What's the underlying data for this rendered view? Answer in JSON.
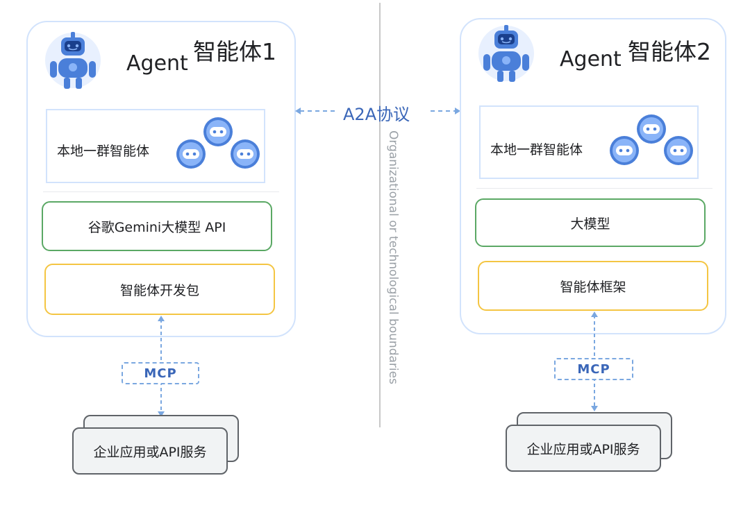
{
  "protocol": {
    "label": "A2A协议"
  },
  "boundary": {
    "label": "Organizational or technological boundaries"
  },
  "agents": [
    {
      "agent_word": "Agent",
      "agent_cn": "智能体1",
      "local_group_label": "本地一群智能体",
      "model_label": "谷歌Gemini大模型 API",
      "framework_label": "智能体开发包",
      "mcp_label": "MCP",
      "service_label": "企业应用或API服务"
    },
    {
      "agent_word": "Agent",
      "agent_cn": "智能体2",
      "local_group_label": "本地一群智能体",
      "model_label": "大模型",
      "framework_label": "智能体框架",
      "mcp_label": "MCP",
      "service_label": "企业应用或API服务"
    }
  ],
  "colors": {
    "card_border": "#d2e3fc",
    "model_border": "#5aa864",
    "framework_border": "#f4c542",
    "protocol_text": "#3a66b8",
    "mcp_border": "#7aa7e0",
    "robot_blue": "#4a7fd9"
  },
  "icons": [
    "robot-icon",
    "mini-robot-icon"
  ]
}
